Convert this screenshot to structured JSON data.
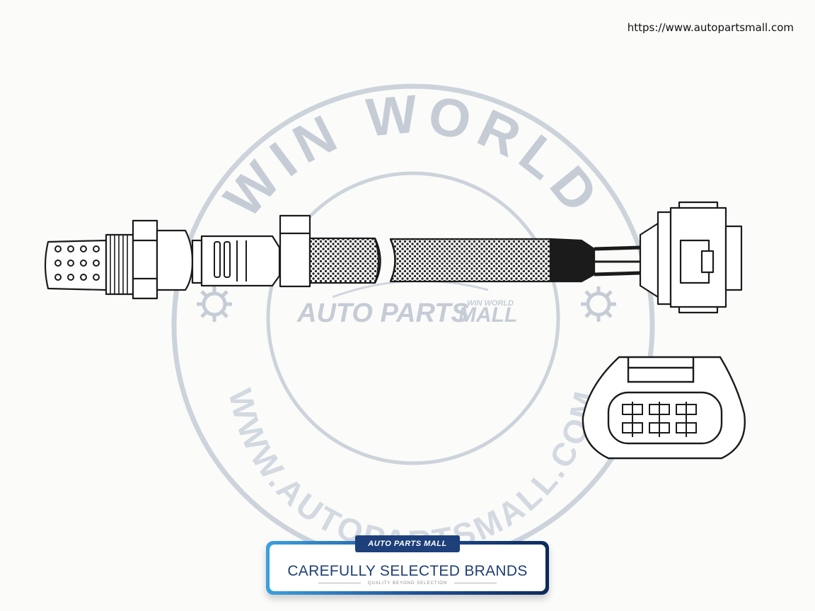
{
  "header": {
    "url": "https://www.autopartsmall.com"
  },
  "watermark": {
    "top_text": "WIN WORLD",
    "bottom_text": "WWW.AUTOPARTSMALL.COM",
    "logo_main": "AUTO PARTS",
    "logo_mall": "MALL",
    "logo_small": "WIN WORLD"
  },
  "badge": {
    "tab_label": "AUTO PARTS MALL",
    "main_text": "CAREFULLY SELECTED BRANDS",
    "sub_text": "QUALITY BEYOND SELECTION"
  },
  "colors": {
    "watermark": "#c9d0d8",
    "line_art": "#1b1b1b",
    "badge_navy": "#1f3f74",
    "badge_blue": "#3aa0e0"
  }
}
